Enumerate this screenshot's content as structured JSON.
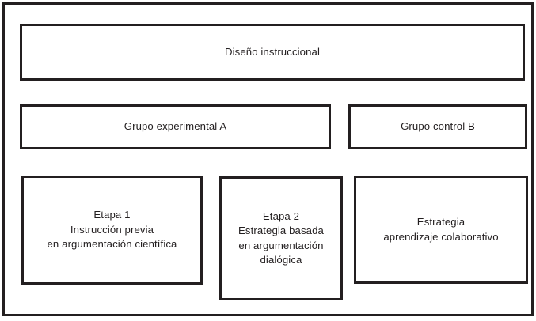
{
  "figure": {
    "type": "hierarchical-block-diagram",
    "language": "es",
    "background_color": "#ffffff",
    "border_color": "#231f20",
    "text_color": "#231f20"
  },
  "nodes": {
    "design": {
      "label": "Diseño instruccional",
      "level": 1
    },
    "group_a": {
      "label": "Grupo experimental A",
      "level": 2
    },
    "group_b": {
      "label": "Grupo control B",
      "level": 2
    },
    "stage_1": {
      "label": "Etapa 1\nInstrucción previa\nen argumentación científica",
      "level": 3
    },
    "stage_2": {
      "label": "Etapa 2\nEstrategia basada\nen argumentación\ndialógica",
      "level": 3
    },
    "collaborative": {
      "label": "Estrategia\naprendizaje colaborativo",
      "level": 3
    }
  }
}
